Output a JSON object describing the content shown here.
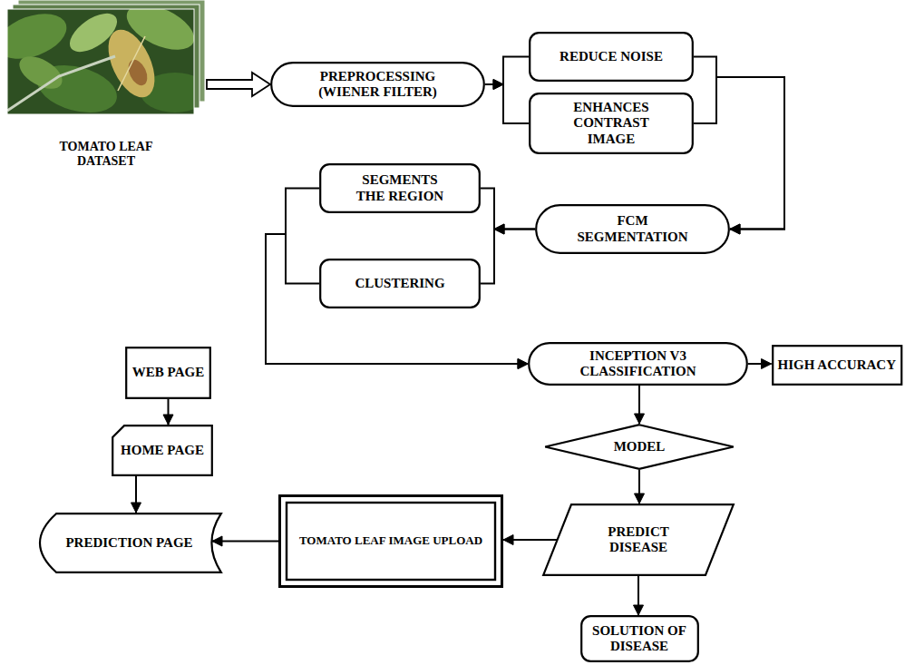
{
  "diagram": {
    "nodes": [
      {
        "text": [
          "TOMATO LEAF DATASET"
        ]
      },
      {
        "text": [
          "PREPROCESSING (WIENER FILTER)"
        ]
      },
      {
        "text": [
          "REDUCE NOISE"
        ]
      },
      {
        "text": [
          "ENHANCES CONTRAST IMAGE"
        ]
      },
      {
        "text": [
          "SEGMENTS THE REGION"
        ]
      },
      {
        "text": [
          "FCM SEGMENTATION"
        ]
      },
      {
        "text": [
          "CLUSTERING"
        ]
      },
      {
        "text": [
          "INCEPTION V3 CLASSIFICATION"
        ]
      },
      {
        "text": [
          "HIGH ACCURACY"
        ]
      },
      {
        "text": [
          "WEB PAGE"
        ]
      },
      {
        "text": [
          "HOME PAGE"
        ]
      },
      {
        "text": [
          "MODEL"
        ]
      },
      {
        "text": [
          "PREDICTION PAGE"
        ]
      },
      {
        "text": [
          "TOMATO LEAF IMAGE UPLOAD"
        ]
      },
      {
        "text": [
          "PREDICT DISEASE"
        ]
      },
      {
        "text": [
          "SOLUTION OF DISEASE"
        ]
      }
    ],
    "edges": [
      {
        "from": 0,
        "to": 1,
        "arrow": "to"
      },
      {
        "from": 1,
        "to": 2,
        "arrow": "to"
      },
      {
        "from": 1,
        "to": 3,
        "arrow": "to"
      },
      {
        "from": 2,
        "to": 5,
        "arrow": "to"
      },
      {
        "from": 3,
        "to": 5,
        "arrow": "to"
      },
      {
        "from": 5,
        "to": 4,
        "arrow": "to"
      },
      {
        "from": 5,
        "to": 6,
        "arrow": "to"
      },
      {
        "from": 4,
        "to": 7,
        "arrow": "to"
      },
      {
        "from": 6,
        "to": 7,
        "arrow": "to"
      },
      {
        "from": 7,
        "to": 8,
        "arrow": "to"
      },
      {
        "from": 7,
        "to": 11,
        "arrow": "to"
      },
      {
        "from": 11,
        "to": 14,
        "arrow": "to"
      },
      {
        "from": 14,
        "to": 13,
        "arrow": "to"
      },
      {
        "from": 14,
        "to": 15,
        "arrow": "to"
      },
      {
        "from": 13,
        "to": 12,
        "arrow": "to"
      },
      {
        "from": 9,
        "to": 10,
        "arrow": "to"
      },
      {
        "from": 10,
        "to": 12,
        "arrow": "to"
      }
    ]
  }
}
